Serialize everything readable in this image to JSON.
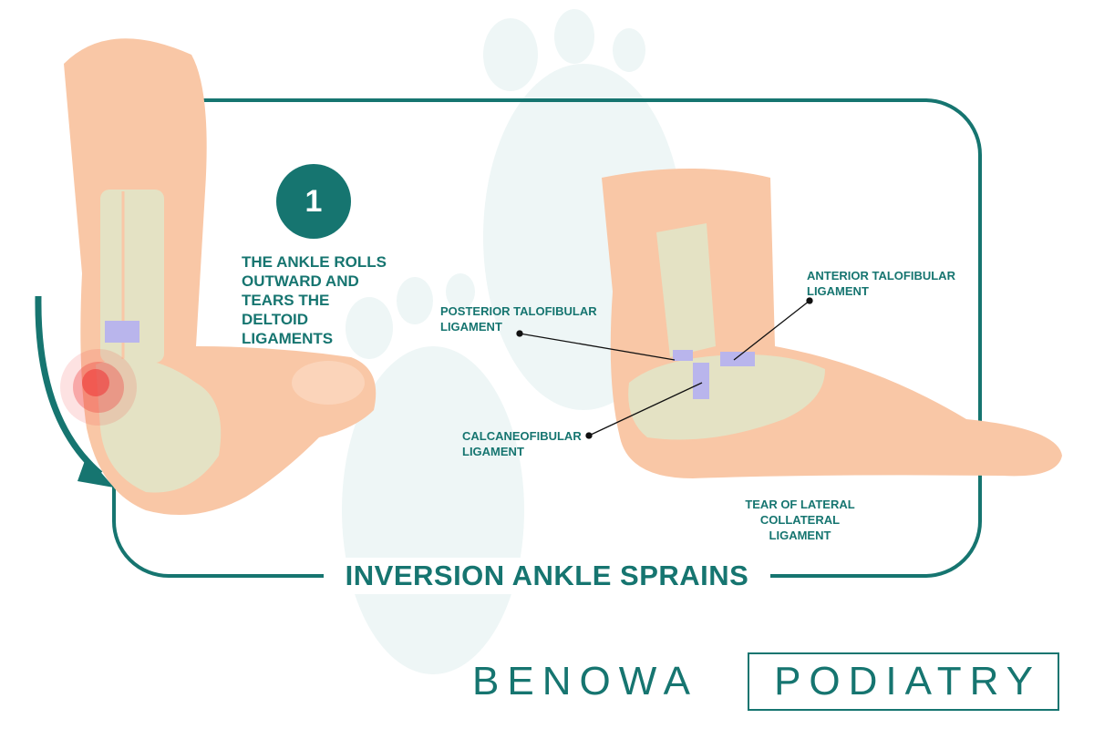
{
  "step": {
    "number": "1",
    "text": "THE ANKLE ROLLS OUTWARD AND TEARS THE DELTOID LIGAMENTS"
  },
  "labels": {
    "posterior": "POSTERIOR TALOFIBULAR LIGAMENT",
    "anterior": "ANTERIOR TALOFIBULAR LIGAMENT",
    "calcaneo": "CALCANEOFIBULAR LIGAMENT",
    "tear": "TEAR OF LATERAL COLLATERAL LIGAMENT"
  },
  "title": "INVERSION ANKLE SPRAINS",
  "logo": {
    "word1": "BENOWA",
    "word2": "PODIATRY"
  },
  "colors": {
    "accent": "#167570",
    "skin": "#f9c7a6",
    "bone": "#e4e2c4",
    "ligament": "#b9b5ec",
    "pain": "#ef3b3b",
    "watermark": "#eef6f6"
  }
}
